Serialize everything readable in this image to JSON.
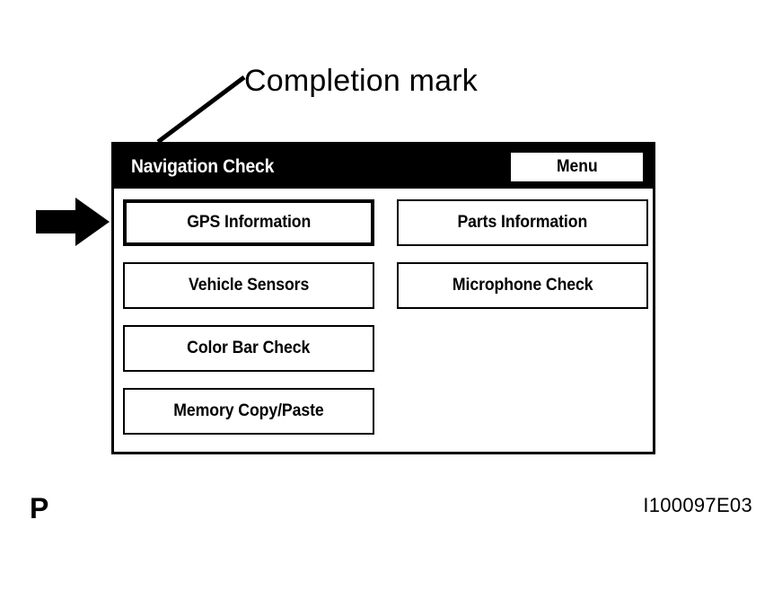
{
  "annotation": {
    "callout_label": "Completion mark",
    "leader_line": "diagonal-leader-line"
  },
  "pointer": {
    "icon": "right-arrow-icon"
  },
  "device_screen": {
    "header": {
      "title": "Navigation Check",
      "menu_button_label": "Menu"
    },
    "left_column": [
      {
        "label": "GPS Information",
        "selected": true
      },
      {
        "label": "Vehicle Sensors",
        "selected": false
      },
      {
        "label": "Color Bar Check",
        "selected": false
      },
      {
        "label": "Memory Copy/Paste",
        "selected": false
      }
    ],
    "right_column": [
      {
        "label": "Parts Information",
        "selected": false
      },
      {
        "label": "Microphone Check",
        "selected": false
      }
    ]
  },
  "footer": {
    "page_mark": "P",
    "figure_code": "I100097E03"
  },
  "colors": {
    "background": "#ffffff",
    "ink": "#000000",
    "header_bar": "#000000",
    "header_text": "#ffffff"
  }
}
